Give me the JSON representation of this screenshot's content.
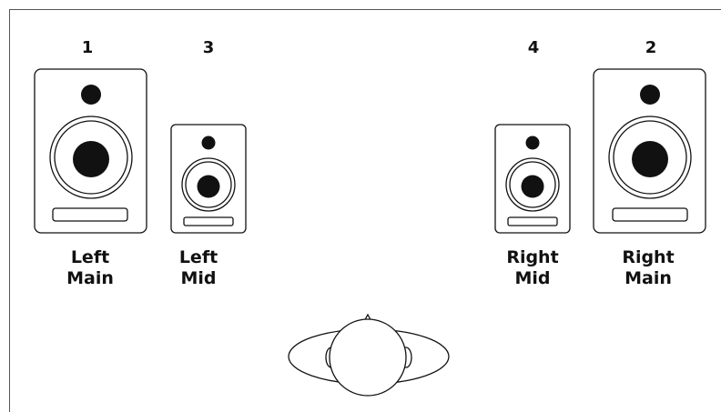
{
  "speakers": [
    {
      "id": "left-main",
      "number": "1",
      "line1": "Left",
      "line2": "Main"
    },
    {
      "id": "left-mid",
      "number": "3",
      "line1": "Left",
      "line2": "Mid"
    },
    {
      "id": "right-mid",
      "number": "4",
      "line1": "Right",
      "line2": "Mid"
    },
    {
      "id": "right-main",
      "number": "2",
      "line1": "Right",
      "line2": "Main"
    }
  ],
  "colors": {
    "stroke": "#111111",
    "fill": "#111111",
    "background": "#ffffff"
  }
}
